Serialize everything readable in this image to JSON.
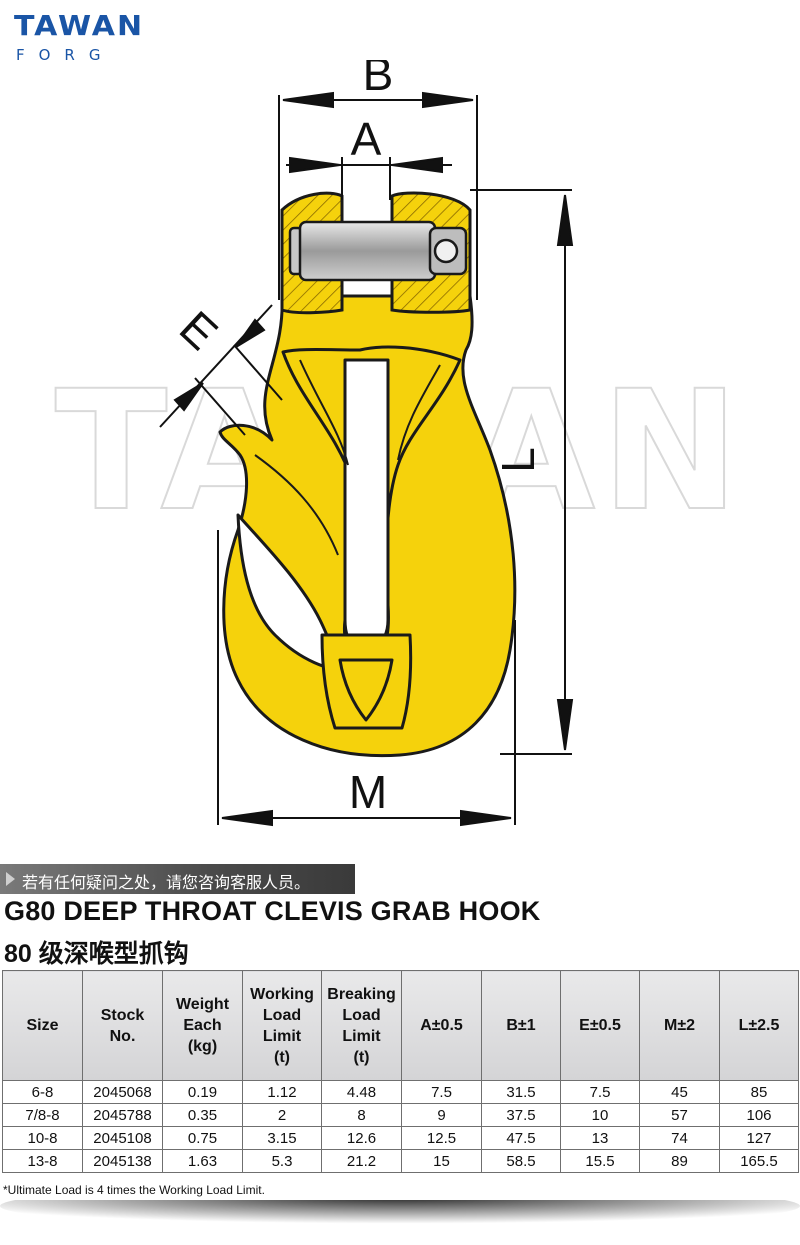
{
  "brand": {
    "name": "TAWAN",
    "sub": "FORG"
  },
  "watermark_text": "TAWAN",
  "dimension_labels": {
    "B": "B",
    "A": "A",
    "E": "E",
    "L": "L",
    "M": "M"
  },
  "notice": "若有任何疑问之处，请您咨询客服人员。",
  "title_en": "G80 DEEP THROAT CLEVIS GRAB HOOK",
  "title_cn": "80 级深喉型抓钩",
  "table": {
    "headers": [
      [
        "Size"
      ],
      [
        "Stock",
        "No."
      ],
      [
        "Weight",
        "Each",
        "(kg)"
      ],
      [
        "Working",
        "Load",
        "Limit",
        "(t)"
      ],
      [
        "Breaking",
        "Load",
        "Limit",
        "(t)"
      ],
      [
        "A±0.5"
      ],
      [
        "B±1"
      ],
      [
        "E±0.5"
      ],
      [
        "M±2"
      ],
      [
        "L±2.5"
      ]
    ],
    "rows": [
      [
        "6-8",
        "2045068",
        "0.19",
        "1.12",
        "4.48",
        "7.5",
        "31.5",
        "7.5",
        "45",
        "85"
      ],
      [
        "7/8-8",
        "2045788",
        "0.35",
        "2",
        "8",
        "9",
        "37.5",
        "10",
        "57",
        "106"
      ],
      [
        "10-8",
        "2045108",
        "0.75",
        "3.15",
        "12.6",
        "12.5",
        "47.5",
        "13",
        "74",
        "127"
      ],
      [
        "13-8",
        "2045138",
        "1.63",
        "5.3",
        "21.2",
        "15",
        "58.5",
        "15.5",
        "89",
        "165.5"
      ]
    ]
  },
  "footnote": "*Ultimate Load is 4 times the Working Load Limit.",
  "colors": {
    "hook_yellow": "#f5d20c",
    "brand_blue": "#1a55a6",
    "header_gray": "#dcdcde"
  }
}
